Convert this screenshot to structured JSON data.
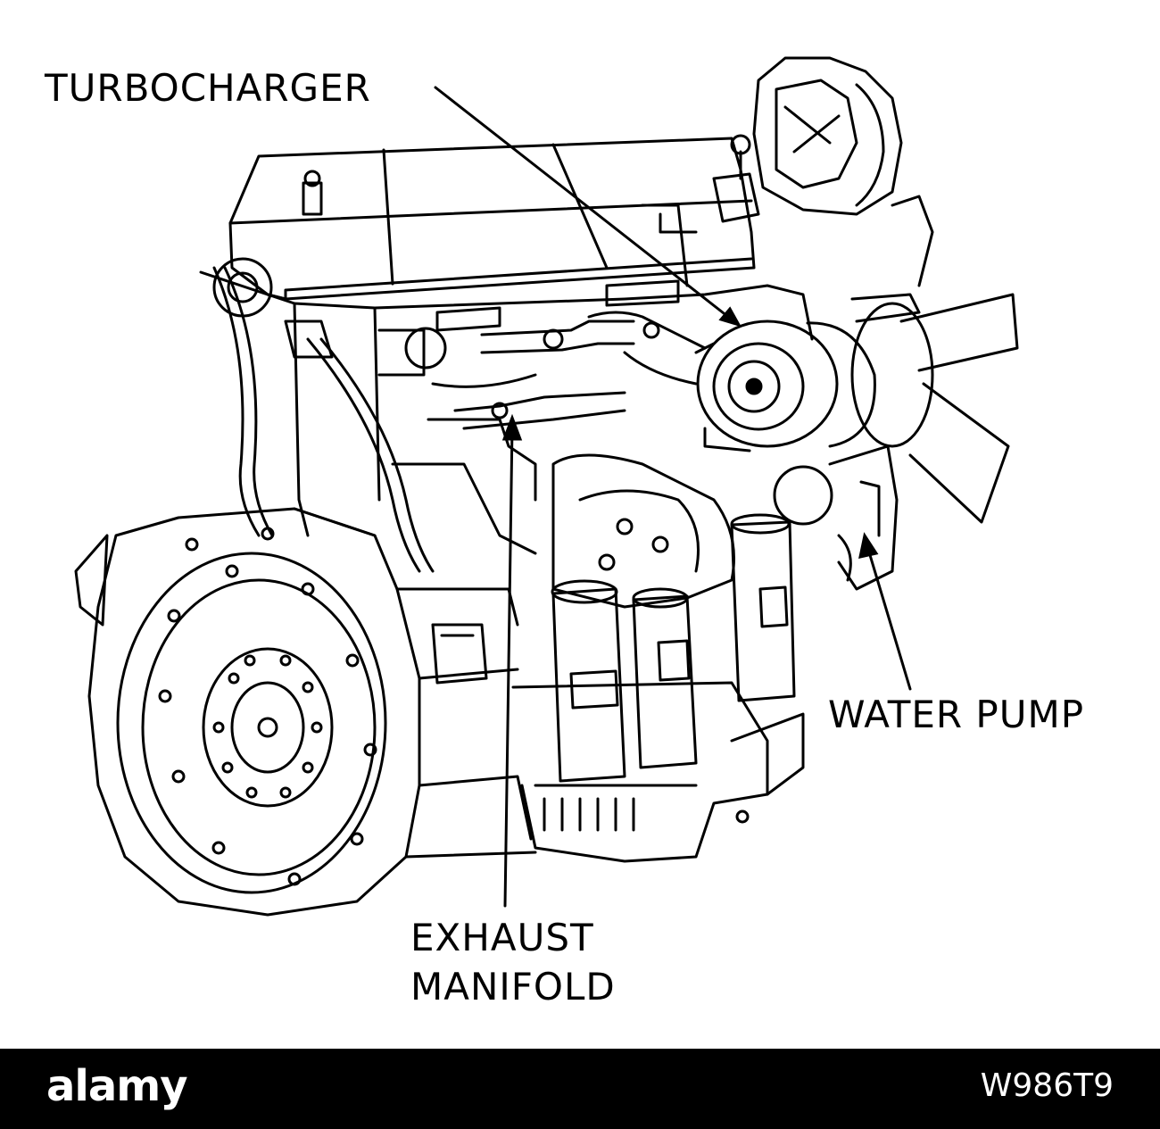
{
  "diagram": {
    "labels": {
      "turbocharger": "TURBOCHARGER",
      "water_pump": "WATER PUMP",
      "exhaust_line1": "EXHAUST",
      "exhaust_line2": "MANIFOLD"
    }
  },
  "footer": {
    "brand": "alamy",
    "stock_id": "W986T9"
  },
  "colors": {
    "line": "#000000",
    "background": "#ffffff",
    "footer_bg": "#000000",
    "footer_text": "#ffffff"
  }
}
